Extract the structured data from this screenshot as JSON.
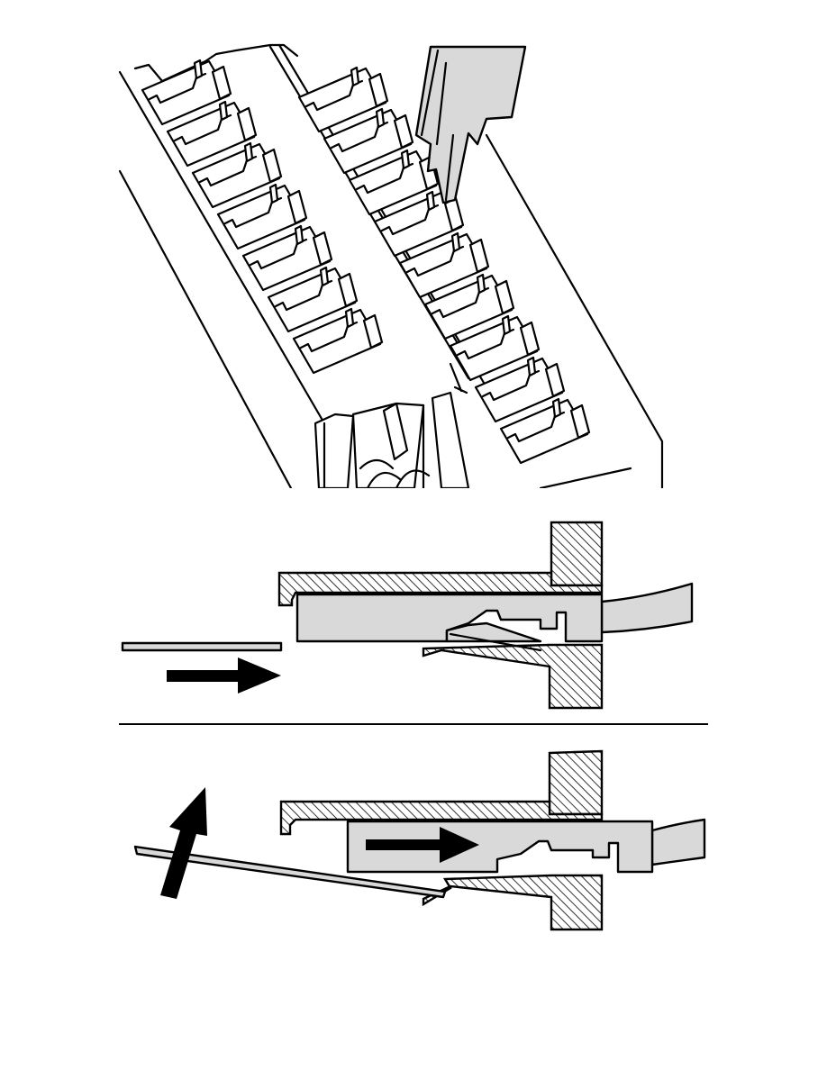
{
  "figure": {
    "panels": [
      "connector-block-isometric",
      "terminal-insert-section",
      "terminal-release-section"
    ]
  },
  "colors": {
    "ink": "#000000",
    "fill_gray": "#d9d9d9",
    "background": "#ffffff"
  }
}
